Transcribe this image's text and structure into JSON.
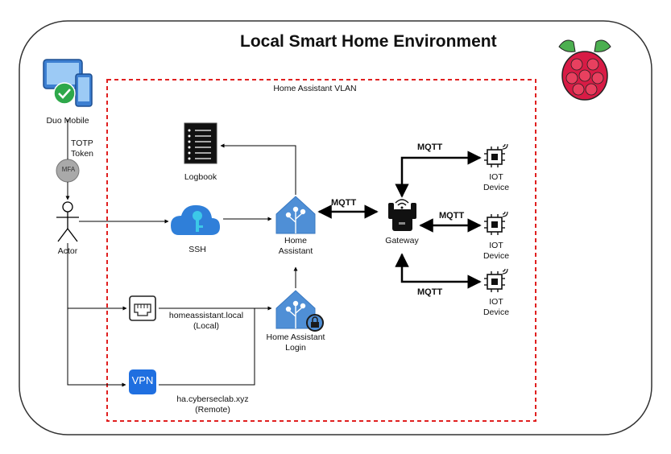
{
  "title": "Local Smart Home Environment",
  "vlan_label": "Home Assistant VLAN",
  "nodes": {
    "duo_mobile": "Duo Mobile",
    "totp": [
      "TOTP",
      "Token"
    ],
    "mfa": "MFA",
    "actor": "Actor",
    "logbook": "Logbook",
    "ssh": "SSH",
    "home_assistant": [
      "Home",
      "Assistant"
    ],
    "gateway": "Gateway",
    "iot_device": [
      "IOT",
      "Device"
    ],
    "local_host": [
      "homeassistant.local",
      "(Local)"
    ],
    "vpn": "VPN",
    "remote_host": [
      "ha.cyberseclab.xyz",
      "(Remote)"
    ],
    "ha_login": [
      "Home Assistant",
      "Login"
    ]
  },
  "edges": {
    "mqtt": "MQTT"
  },
  "colors": {
    "frame_stroke": "#333333",
    "vlan_stroke": "#e02020",
    "ha_blue": "#4f8fd6",
    "ssh_blue": "#2f7fd9",
    "key_cyan": "#3cc8e8",
    "vpn_blue": "#1f6fe0",
    "duo_green": "#2ea84a",
    "raspberry_red": "#d81b45",
    "raspberry_leaf": "#4caf50"
  }
}
